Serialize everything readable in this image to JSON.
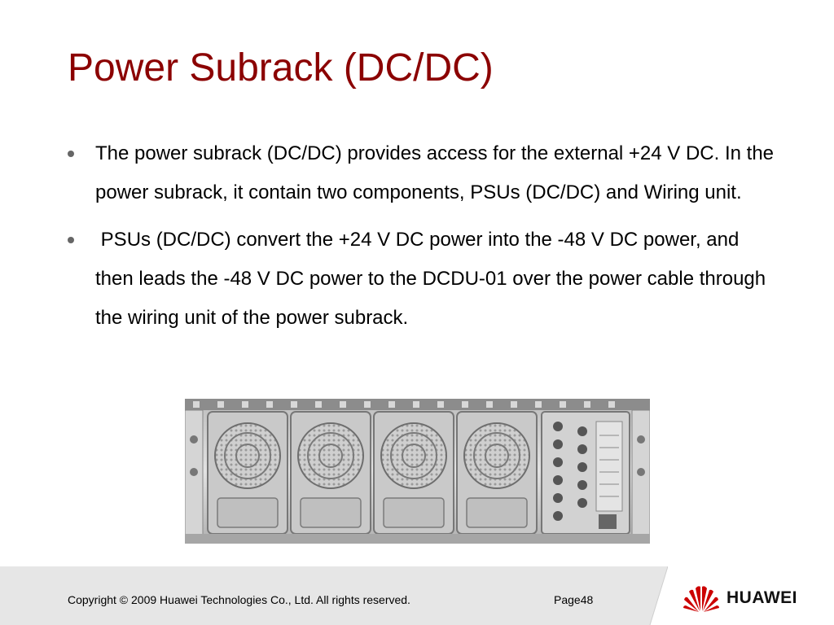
{
  "slide": {
    "title": "Power Subrack (DC/DC)",
    "bullets": [
      "The power subrack (DC/DC) provides access for the external +24 V DC. In the power subrack, it contain two components, PSUs (DC/DC) and Wiring unit.",
      " PSUs (DC/DC) convert the +24 V DC power into the -48 V DC power, and then leads the -48 V DC power to the DCDU-01 over the power cable through the wiring unit of the power subrack."
    ]
  },
  "footer": {
    "copyright": "Copyright © 2009 Huawei Technologies Co., Ltd. All rights reserved.",
    "page": "Page48",
    "brand": "HUAWEI"
  },
  "colors": {
    "title": "#8b0000",
    "footer_bg": "#e6e6e6",
    "logo_red": "#cc0000"
  },
  "icons": {
    "bullet": "bullet-dot",
    "logo": "huawei-flower-logo"
  }
}
